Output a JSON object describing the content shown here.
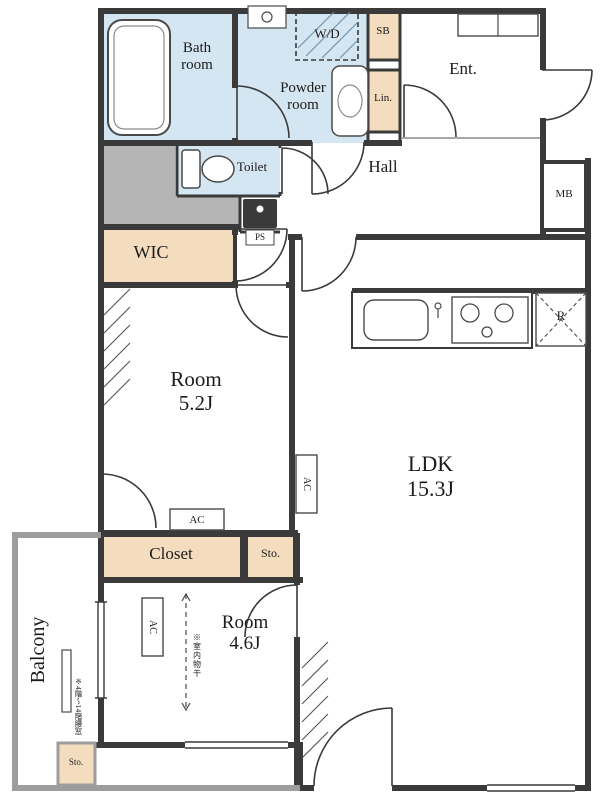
{
  "palette": {
    "wall": "#3a3a3a",
    "wet_area": "#d4e6f1",
    "storage_area": "#f3ddbe",
    "void_gray": "#b5b5b5",
    "balcony_wall": "#9d9d9d"
  },
  "rooms": {
    "bath": {
      "line1": "Bath",
      "line2": "room"
    },
    "powder": {
      "line1": "Powder",
      "line2": "room"
    },
    "wd": {
      "label": "W/D"
    },
    "sb": {
      "label": "SB"
    },
    "lin": {
      "label": "Lin."
    },
    "ent": {
      "label": "Ent."
    },
    "hall": {
      "label": "Hall"
    },
    "toilet": {
      "label": "Toilet"
    },
    "mb": {
      "label": "MB"
    },
    "ps": {
      "label": "PS"
    },
    "wic": {
      "label": "WIC"
    },
    "room1": {
      "line1": "Room",
      "line2": "5.2J"
    },
    "ldk": {
      "line1": "LDK",
      "line2": "15.3J"
    },
    "refrigerator": {
      "label": "R"
    },
    "closet": {
      "label": "Closet"
    },
    "storage1": {
      "label": "Sto."
    },
    "room2": {
      "line1": "Room",
      "line2": "4.6J"
    },
    "balcony": {
      "label": "Balcony"
    },
    "storage2": {
      "label": "Sto."
    }
  },
  "annotations": {
    "ac": "AC",
    "indoor_drying": "※室内物干",
    "balcony_window_note": "※4階〜14階腰窓"
  }
}
